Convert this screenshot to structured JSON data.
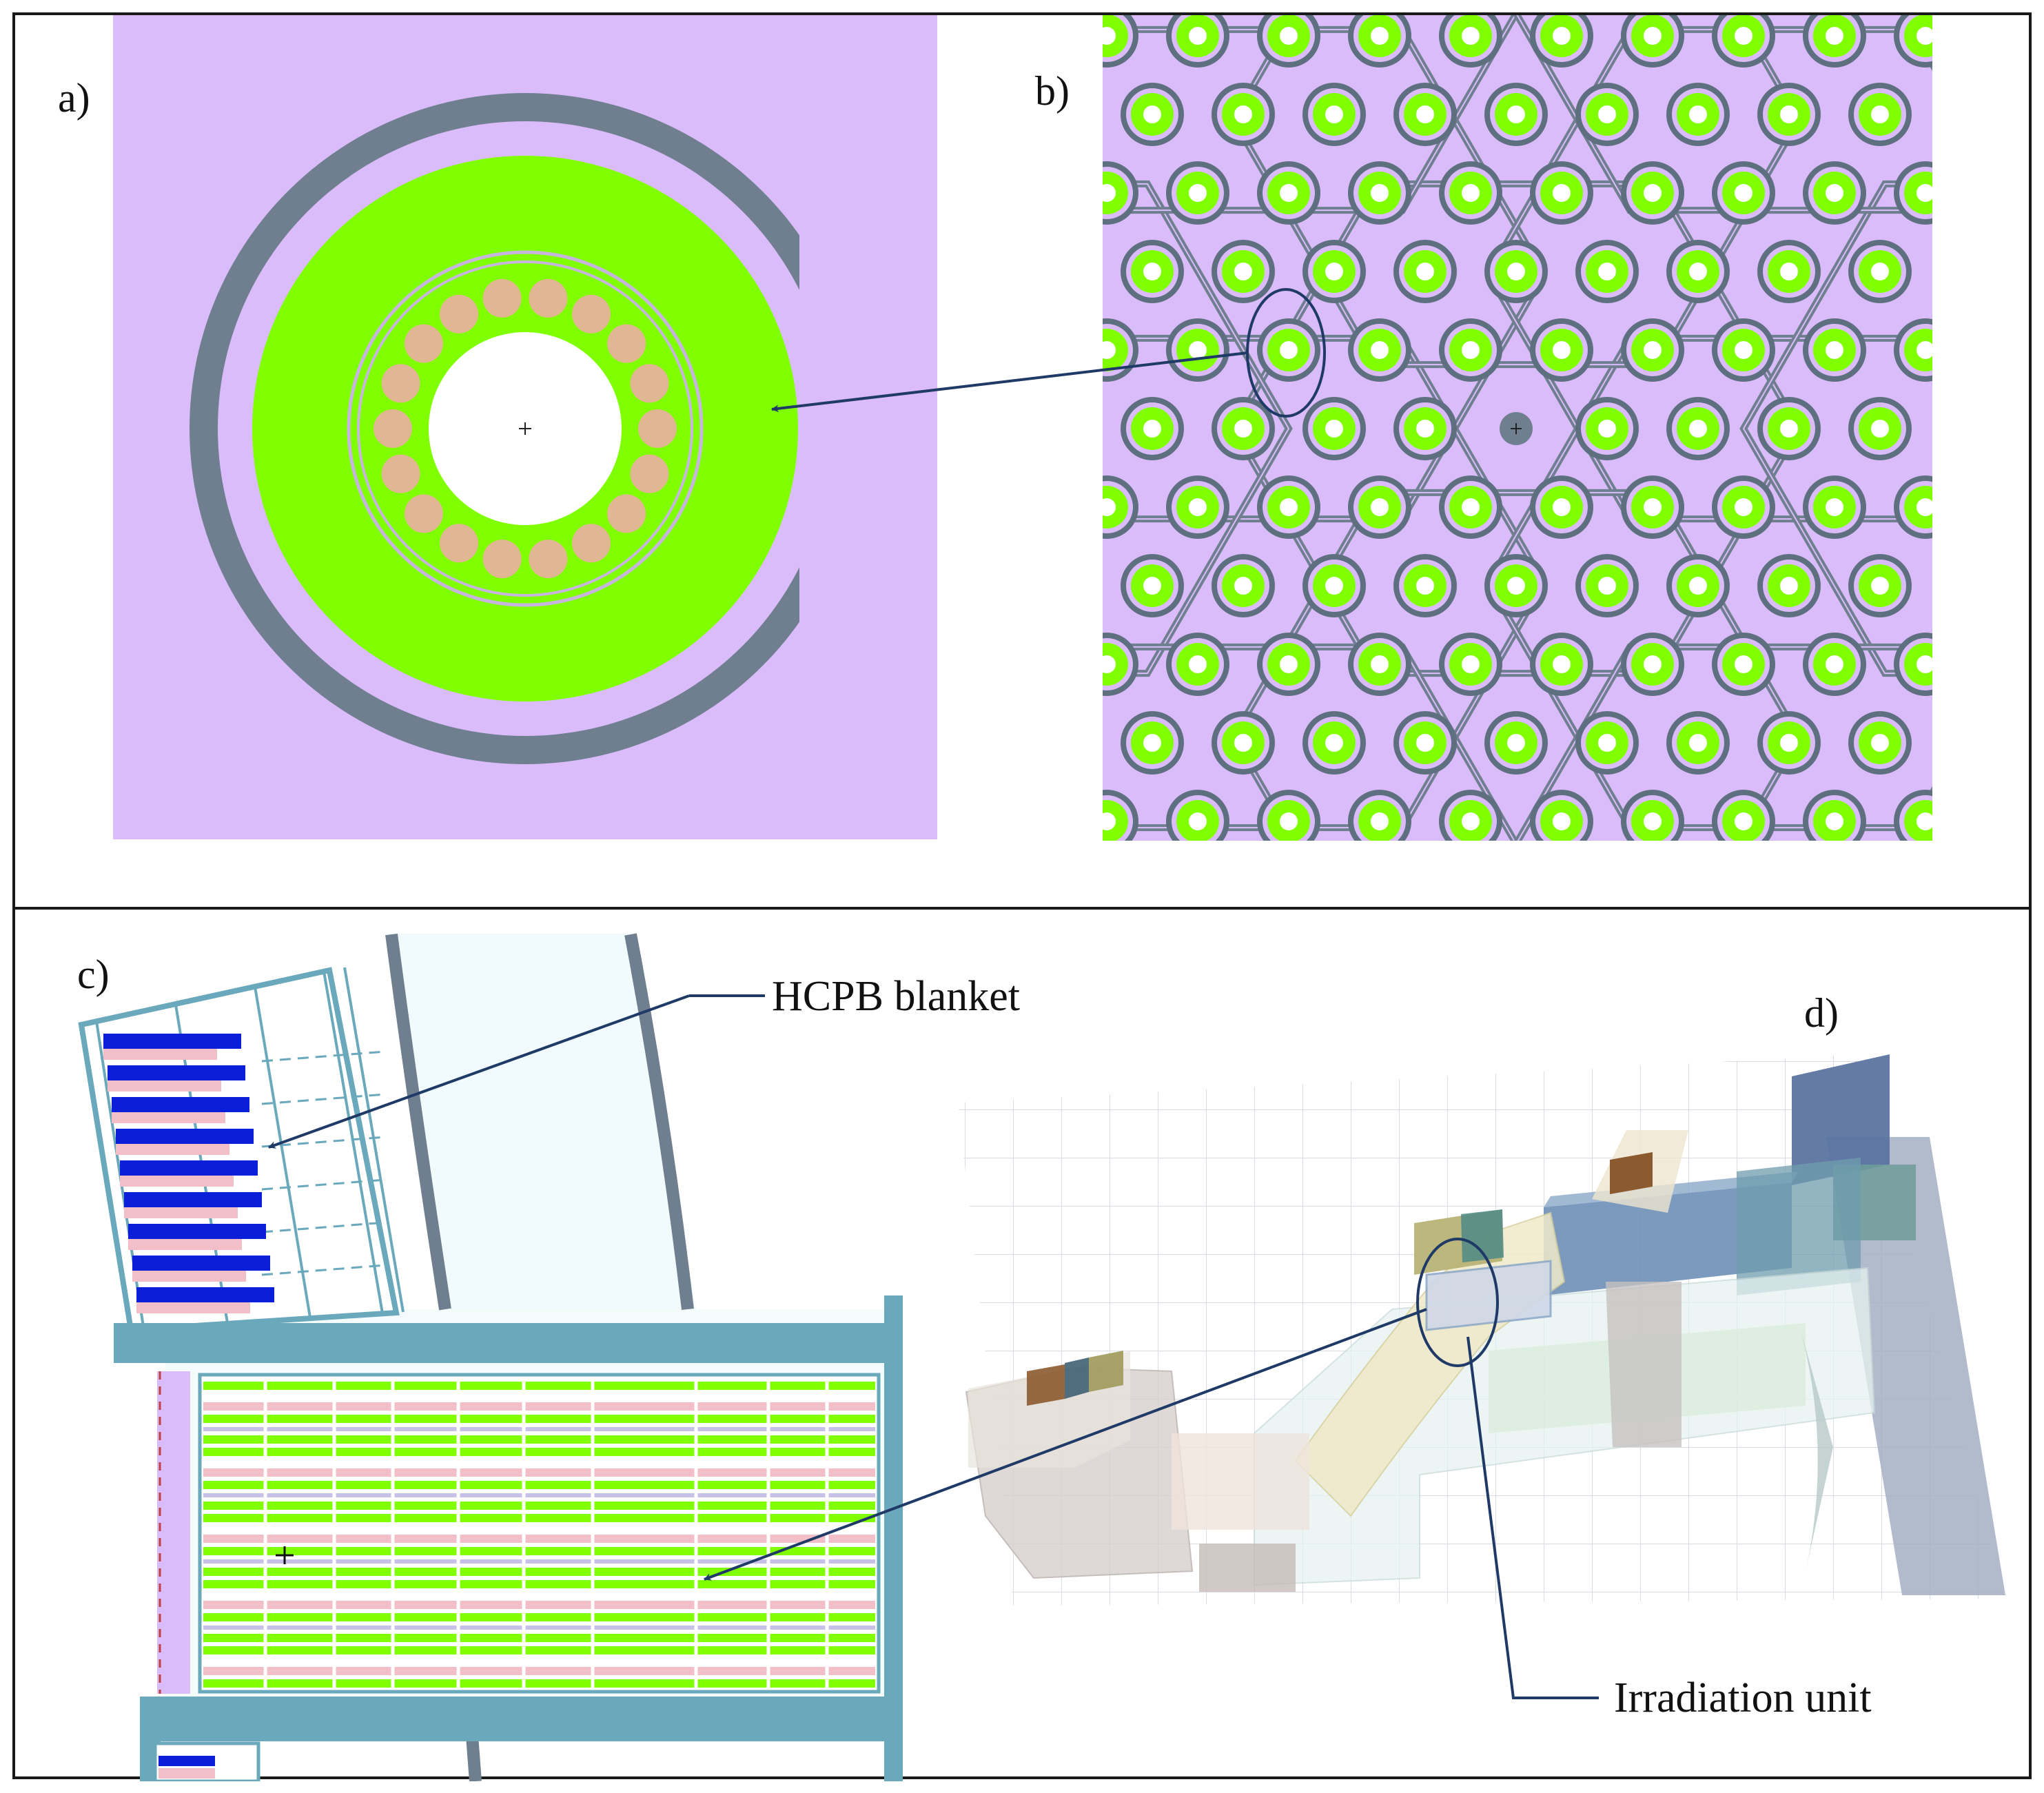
{
  "panels": {
    "a": {
      "label": "a)"
    },
    "b": {
      "label": "b)"
    },
    "c": {
      "label": "c)"
    },
    "d": {
      "label": "d)"
    }
  },
  "callouts": {
    "hcpb": "HCPB blanket",
    "irradiation": "Irradiation unit"
  },
  "colors": {
    "lilac": "#d9bcf9",
    "green": "#80ff00",
    "steel": "#6f7f8f",
    "tan": "#e0b792",
    "teal": "#6aa8bc",
    "blue": "#0b1ed8",
    "pink": "#f2bfc8",
    "navy": "#1f3a66",
    "frame": "#1a1a1a"
  }
}
